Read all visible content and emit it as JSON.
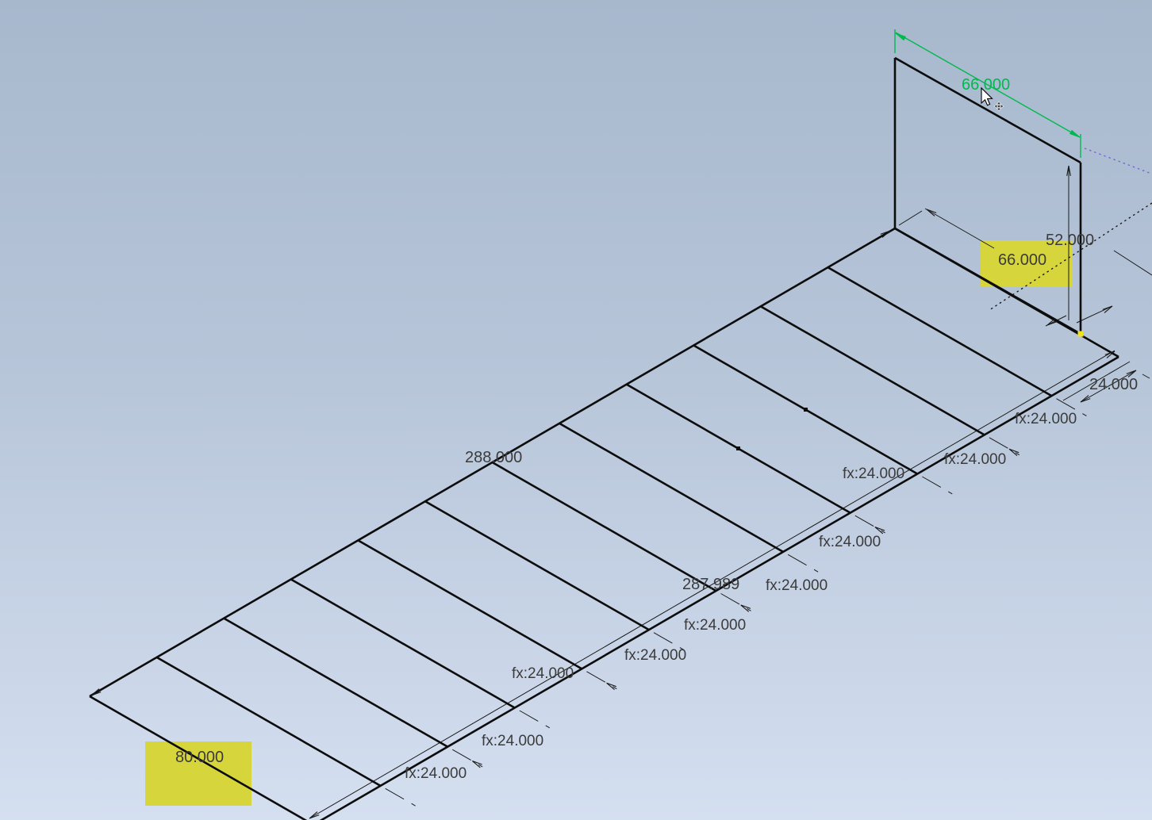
{
  "app": {
    "name": "CAD sketch viewport",
    "view": "isometric"
  },
  "viewport": {
    "background_top": "#a7b8cd",
    "background_bottom": "#d4dff0",
    "sketch_line_color": "#0c0c0c",
    "dimension_text_color": "#3b3b3b",
    "selection_green": "#00b94e",
    "highlight_yellow": "#d6d63c",
    "reference_purple": "#7a63d9",
    "point_yellow": "#f3e11c"
  },
  "dimensions": {
    "active_green_dim": {
      "value": "66.000"
    },
    "plane_offset_highlighted": {
      "value": "66.000"
    },
    "right_offset": {
      "value": "52.000"
    },
    "edge_total_top": {
      "value": "288.000"
    },
    "edge_total_bottom": {
      "value": "287.989"
    },
    "left_width_highlighted": {
      "value": "80.000"
    },
    "end_spacing": {
      "value": "24.000"
    },
    "strip_spacings": [
      {
        "value": "fx:24.000"
      },
      {
        "value": "fx:24.000"
      },
      {
        "value": "fx:24.000"
      },
      {
        "value": "fx:24.000"
      },
      {
        "value": "fx:24.000"
      },
      {
        "value": "fx:24.000"
      },
      {
        "value": "fx:24.000"
      },
      {
        "value": "fx:24.000"
      },
      {
        "value": "fx:24.000"
      },
      {
        "value": "fx:24.000"
      }
    ]
  },
  "cursor": {
    "type": "move-drag"
  }
}
